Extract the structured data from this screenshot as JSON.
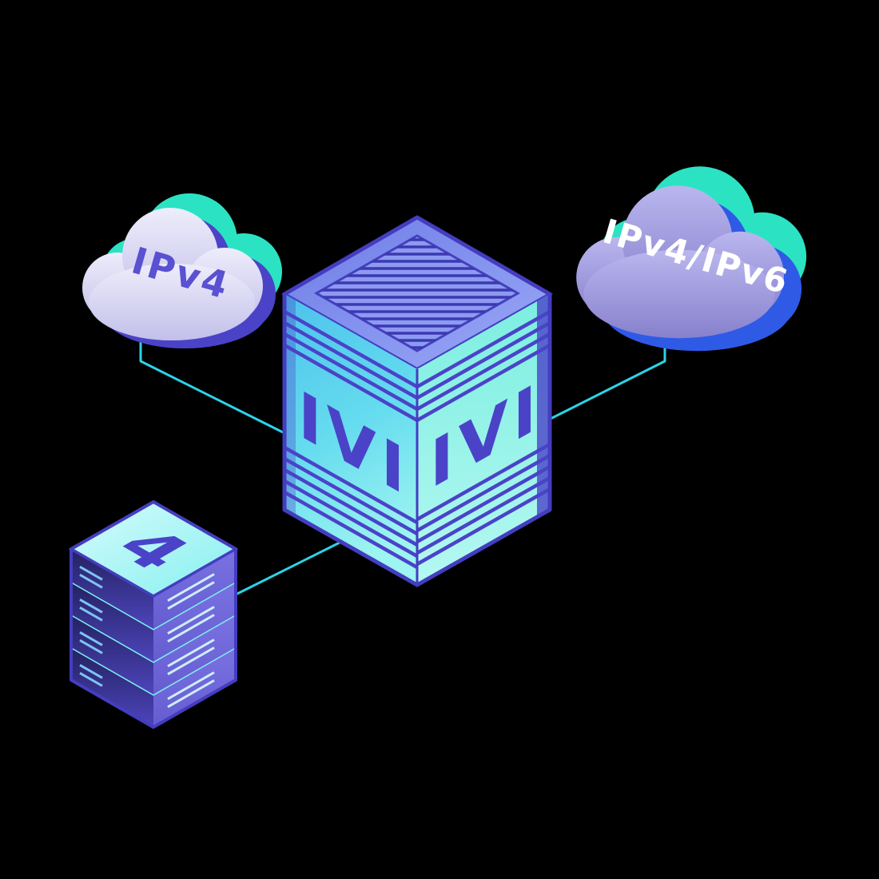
{
  "diagram": {
    "left_cloud": {
      "label": "IPv4"
    },
    "right_cloud": {
      "label": "IPv4/IPv6"
    },
    "translator_box": {
      "left_face_label": "IVI",
      "right_face_label": "IVI"
    },
    "server_stack": {
      "top_label": "4"
    },
    "colors": {
      "background": "#000000",
      "connection_line": "#2cd3e8",
      "indigo": "#4a43c8",
      "teal_accent": "#2be3c3",
      "blue_accent": "#2f5ae6",
      "lavender_cloud": "#dddcf4",
      "purple_cloud": "#9b95da",
      "box_face_cyan": "#5fd9ee",
      "box_face_turquoise": "#8df1e6",
      "box_top_blue": "#8290ee",
      "server_top_cyan": "#aef4f4"
    }
  }
}
